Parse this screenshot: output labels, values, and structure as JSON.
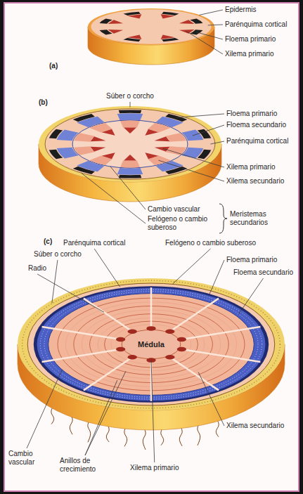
{
  "diagram": {
    "labels": [
      "(a)",
      "Epidermis",
      "Parénquima cortical",
      "Floema primario",
      "Xilema primario",
      "(b)",
      "Súber o corcho",
      "Floema primario",
      "Floema secundario",
      "Parénquima cortical",
      "Xilema primario",
      "Xilema secundario",
      "Cambio vascular",
      "Felógeno o cambio suberoso",
      "Meristemas secundarios",
      "(c)",
      "Parénquima cortical",
      "Felógeno o cambio suberoso",
      "Súber o corcho",
      "Radio",
      "Floema primario",
      "Floema secundario",
      "Médula",
      "Xilema secundario",
      "Cambio vascular",
      "Anillos de crecimiento",
      "Xilema primario"
    ]
  }
}
